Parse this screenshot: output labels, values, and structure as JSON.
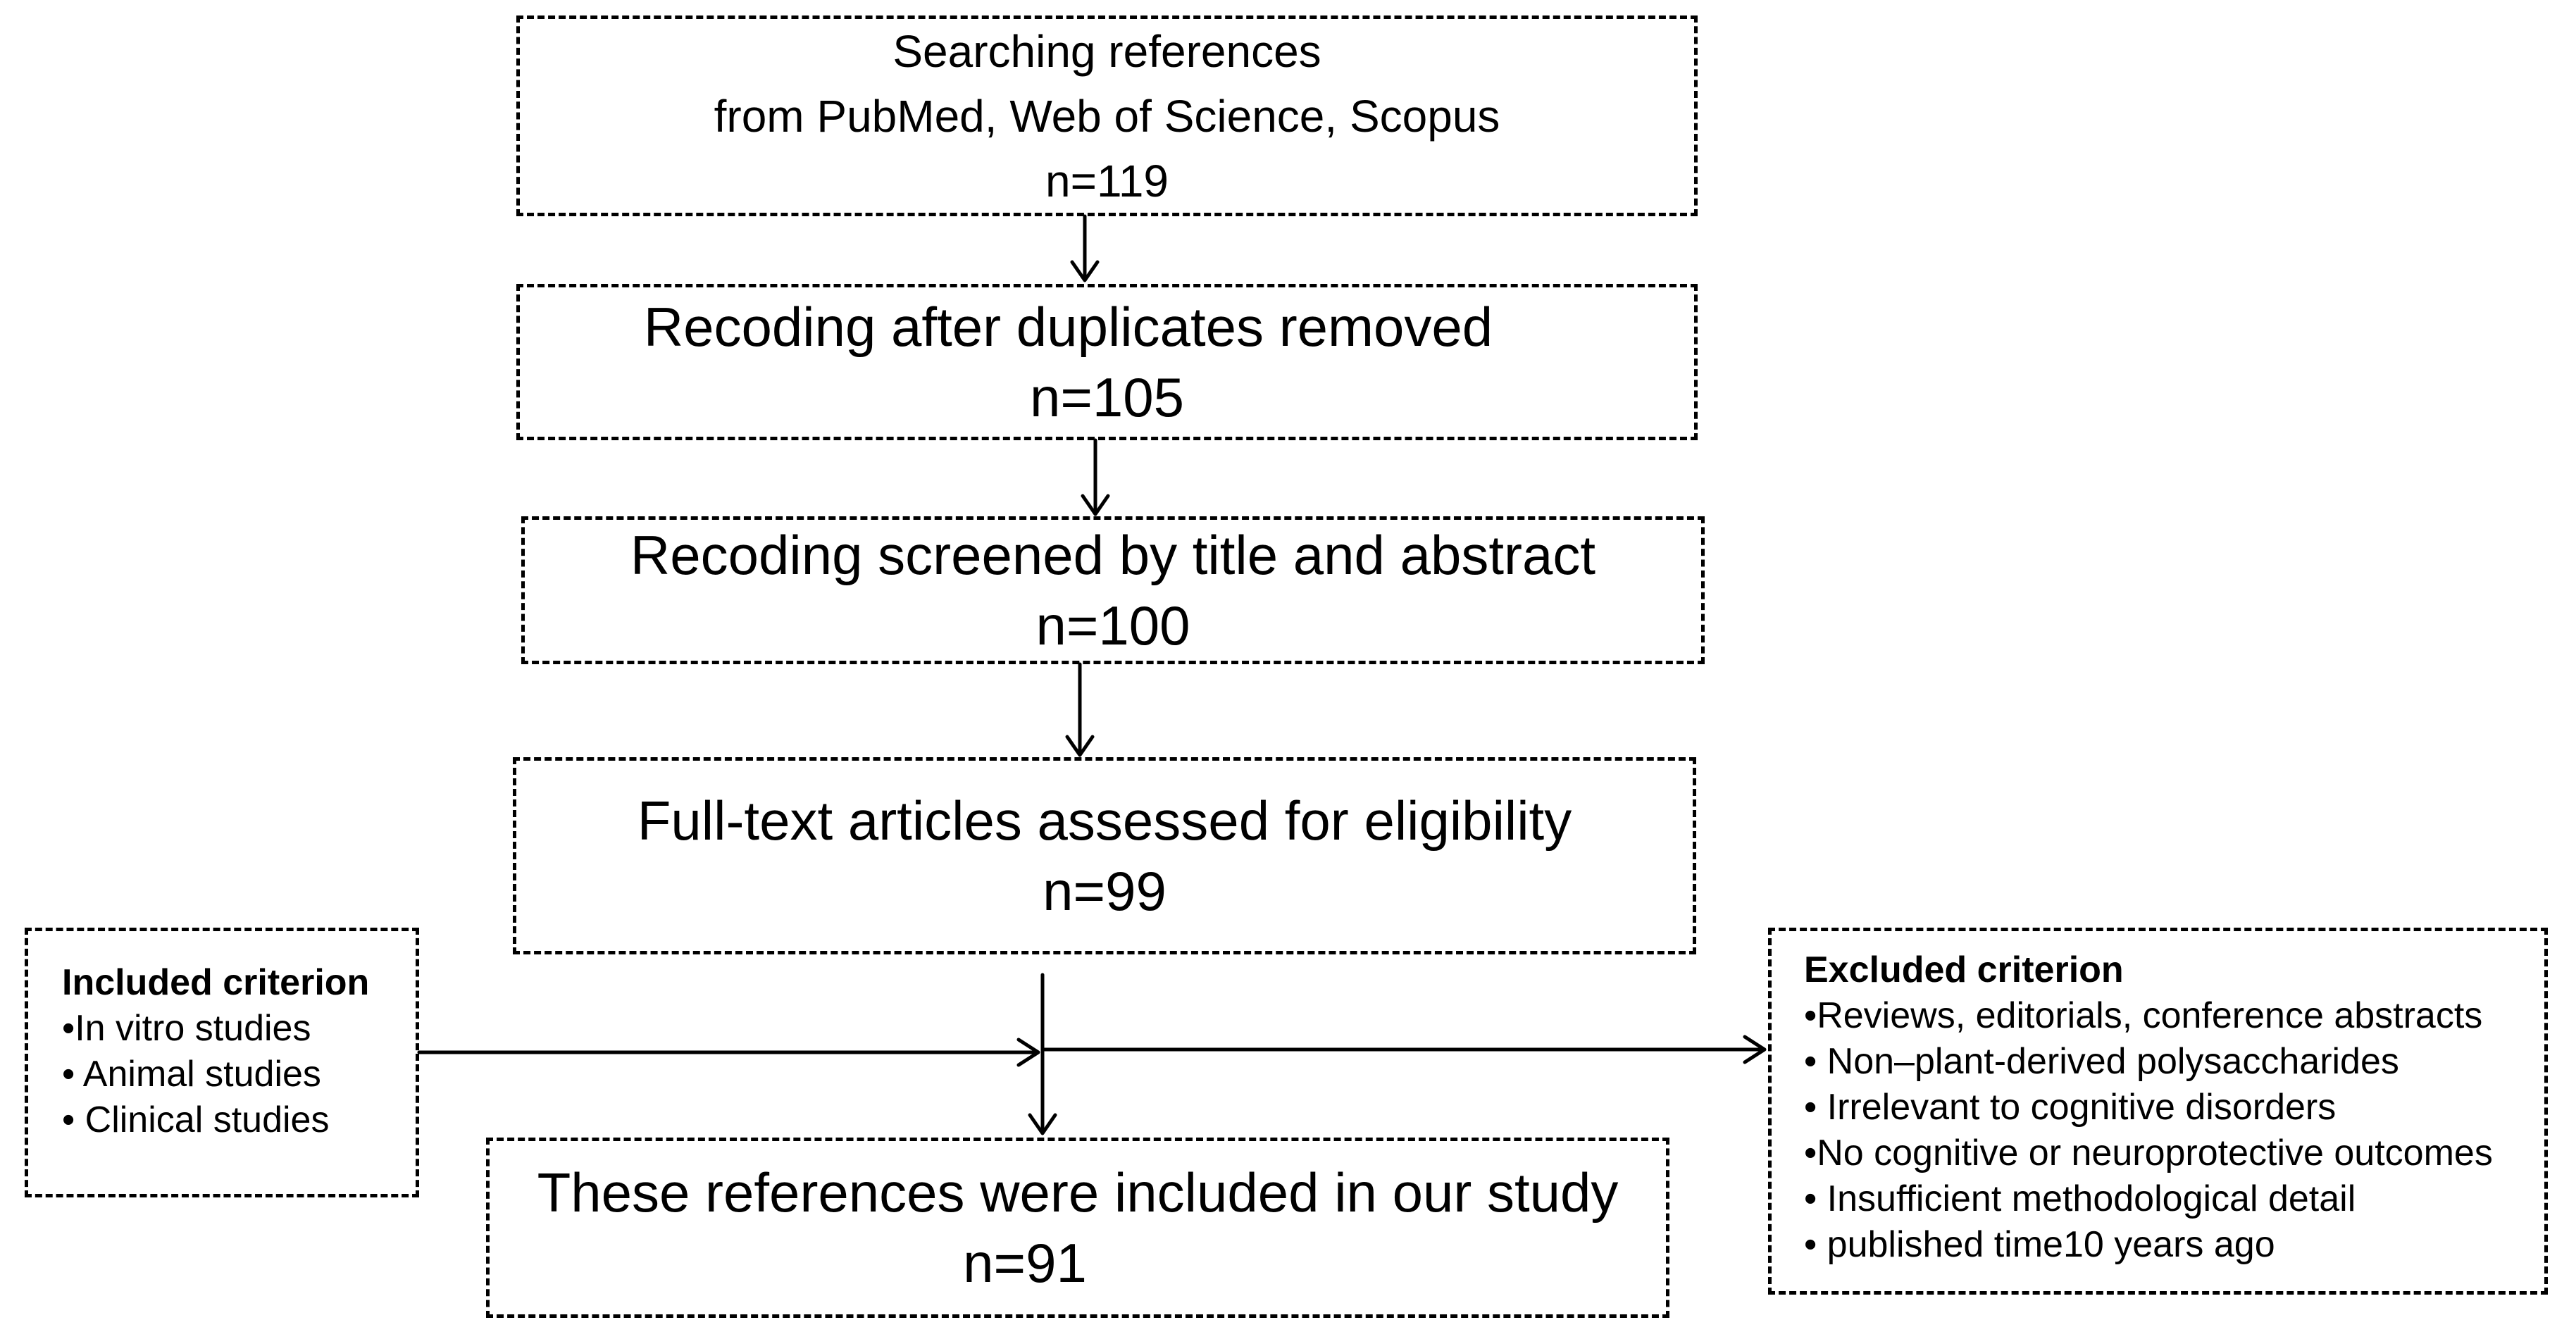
{
  "flowchart": {
    "search": {
      "line1": "Searching  references",
      "line2": "from PubMed,  Web of Science, Scopus",
      "count": "n=119"
    },
    "duplicates": {
      "label": "Recoding after duplicates removed",
      "count": "n=105"
    },
    "screened": {
      "label": "Recoding screened by title and abstract",
      "count": "n=100"
    },
    "fulltext": {
      "label": "Full-text articles assessed for eligibility",
      "count": "n=99"
    },
    "included_study": {
      "label": "These references  were included in our study",
      "count": "n=91"
    },
    "included_criterion": {
      "heading": "Included criterion",
      "items": [
        "•In vitro studies",
        "• Animal studies",
        "• Clinical studies"
      ]
    },
    "excluded_criterion": {
      "heading": "Excluded criterion",
      "items": [
        "•Reviews, editorials, conference abstracts",
        "• Non–plant-derived polysaccharides",
        "• Irrelevant to cognitive disorders",
        "•No cognitive or neuroprotective outcomes",
        "• Insufficient methodological detail",
        "• published time10 years ago"
      ]
    }
  }
}
